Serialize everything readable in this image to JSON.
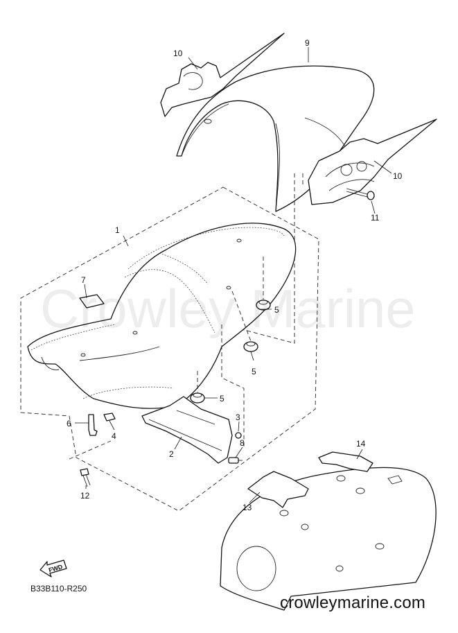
{
  "callouts": [
    {
      "id": "c1",
      "label": "1"
    },
    {
      "id": "c2",
      "label": "2"
    },
    {
      "id": "c3",
      "label": "3"
    },
    {
      "id": "c4",
      "label": "4"
    },
    {
      "id": "c5a",
      "label": "5"
    },
    {
      "id": "c5b",
      "label": "5"
    },
    {
      "id": "c5c",
      "label": "5"
    },
    {
      "id": "c6",
      "label": "6"
    },
    {
      "id": "c7",
      "label": "7"
    },
    {
      "id": "c8",
      "label": "8"
    },
    {
      "id": "c9",
      "label": "9"
    },
    {
      "id": "c10a",
      "label": "10"
    },
    {
      "id": "c10b",
      "label": "10"
    },
    {
      "id": "c11",
      "label": "11"
    },
    {
      "id": "c12",
      "label": "12"
    },
    {
      "id": "c13",
      "label": "13"
    },
    {
      "id": "c14",
      "label": "14"
    }
  ],
  "fwd_label": "FWD",
  "diagram_code": "B33B110-R250",
  "watermark": "Crowley Marine",
  "website": "crowleymarine.com"
}
